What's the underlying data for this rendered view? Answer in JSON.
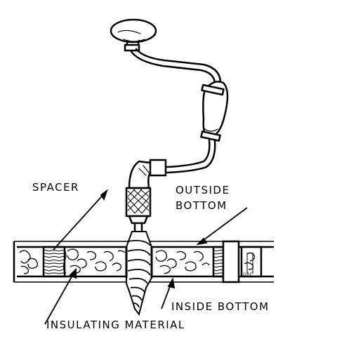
{
  "labels": {
    "spacer": "SPACER",
    "outside_bottom_line1": "OUTSIDE",
    "outside_bottom_line2": "BOTTOM",
    "inside_bottom": "INSIDE BOTTOM",
    "insulating_material": "INSULATING MATERIAL",
    "signature": "GRC"
  },
  "colors": {
    "ink": "#000000",
    "paper": "#ffffff"
  }
}
